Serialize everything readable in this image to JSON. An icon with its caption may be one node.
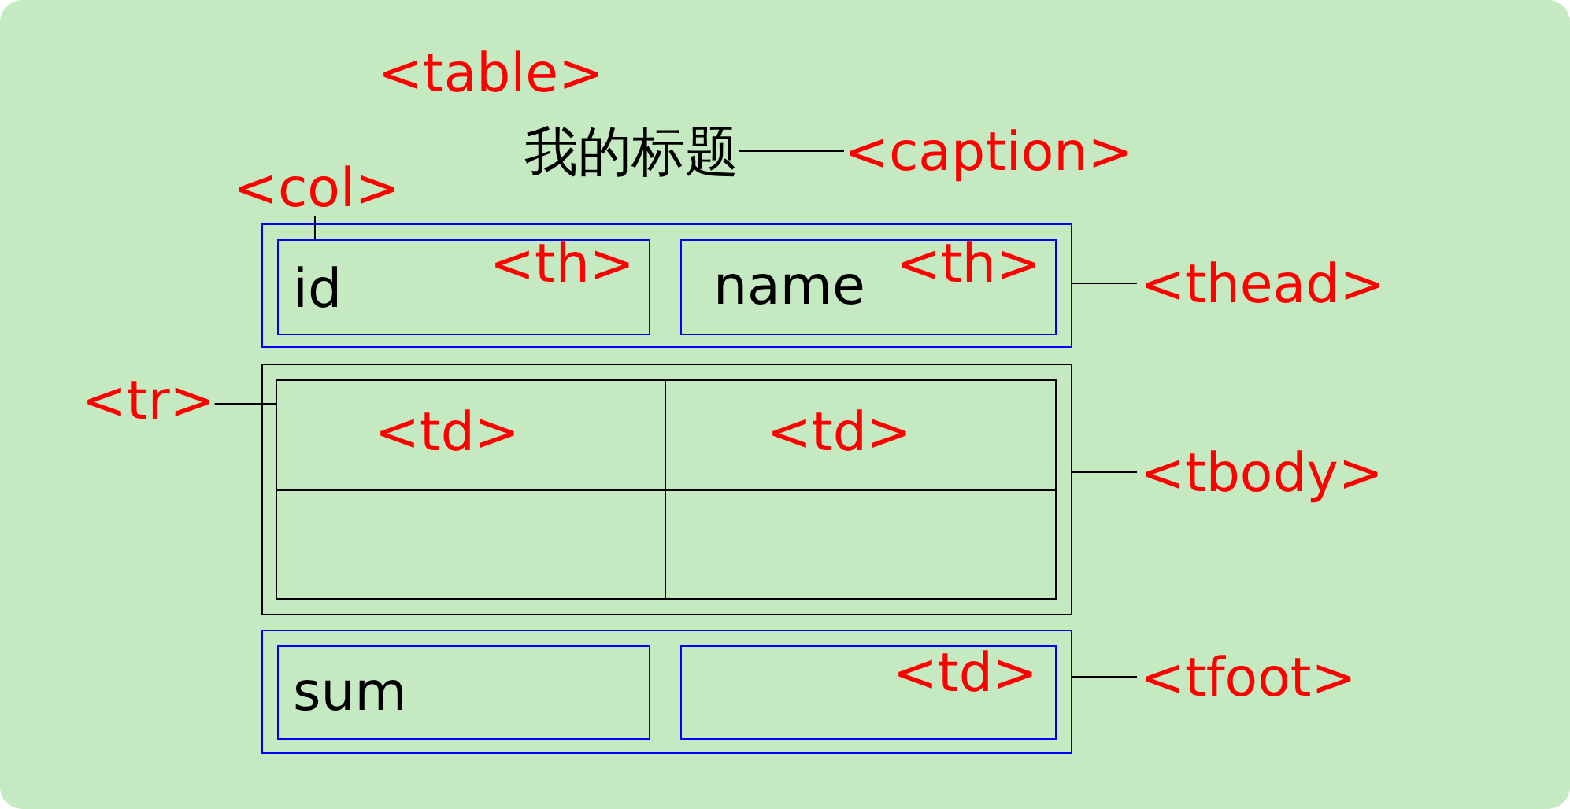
{
  "diagram": {
    "nodes": [
      {
        "text": [
          "我的标题"
        ]
      },
      {
        "text": [
          "<caption>"
        ]
      },
      {
        "text": [
          "<col>"
        ]
      },
      {
        "text": [],
        "shape": "box"
      },
      {
        "text": [
          "id",
          "<th>"
        ],
        "in": 3
      },
      {
        "text": [
          "name",
          "<th>"
        ],
        "in": 3
      },
      {
        "text": [
          "<thead>"
        ]
      },
      {
        "text": [
          "<tr>"
        ]
      },
      {
        "text": [],
        "shape": "box"
      },
      {
        "text": [
          "<td>"
        ],
        "in": 8
      },
      {
        "text": [
          "<td>"
        ],
        "in": 8
      },
      {
        "text": [],
        "shape": "box",
        "in": 8
      },
      {
        "text": [],
        "shape": "box",
        "in": 8
      },
      {
        "text": [
          "<tbody>"
        ]
      },
      {
        "text": [],
        "shape": "box"
      },
      {
        "text": [
          "sum"
        ],
        "in": 14
      },
      {
        "text": [
          "<td>"
        ],
        "in": 14
      },
      {
        "text": [
          "<tfoot>"
        ]
      }
    ],
    "edges": [
      {
        "from": 0,
        "to": 1,
        "arrow": "none"
      },
      {
        "from": 2,
        "to": 4,
        "arrow": "none"
      },
      {
        "from": 6,
        "to": 3,
        "arrow": "none"
      },
      {
        "from": 7,
        "to": 9,
        "arrow": "none"
      },
      {
        "from": 13,
        "to": 8,
        "arrow": "none"
      },
      {
        "from": 17,
        "to": 14,
        "arrow": "none"
      }
    ],
    "labels": [
      "<table>"
    ]
  }
}
